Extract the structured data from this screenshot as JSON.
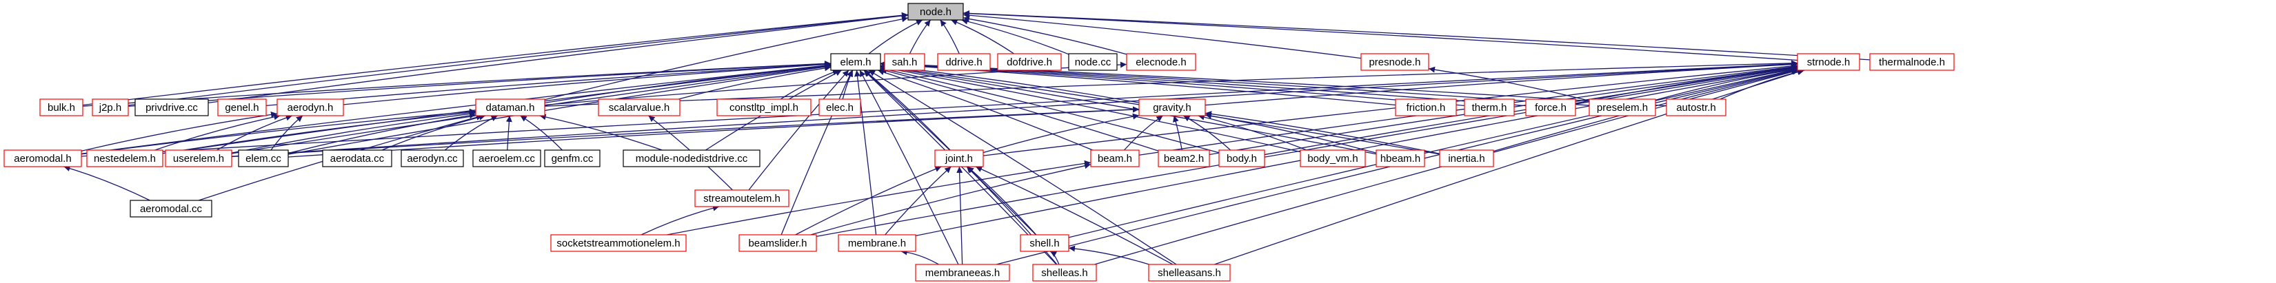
{
  "graph": {
    "colors": {
      "edge": "#191970",
      "border_documented": "#000000",
      "border_undocumented": "#ff0000",
      "root_fill": "#bfbfbf",
      "node_fill": "#ffffff"
    },
    "nodes": [
      {
        "id": "node_h",
        "label": "node.h",
        "style": "root"
      },
      {
        "id": "elem_h",
        "label": "elem.h",
        "style": "normal"
      },
      {
        "id": "sah_h",
        "label": "sah.h",
        "style": "red"
      },
      {
        "id": "ddrive_h",
        "label": "ddrive.h",
        "style": "red"
      },
      {
        "id": "dofdrive_h",
        "label": "dofdrive.h",
        "style": "red"
      },
      {
        "id": "node_cc",
        "label": "node.cc",
        "style": "normal"
      },
      {
        "id": "elecnode_h",
        "label": "elecnode.h",
        "style": "red"
      },
      {
        "id": "presnode_h",
        "label": "presnode.h",
        "style": "red"
      },
      {
        "id": "strnode_h",
        "label": "strnode.h",
        "style": "red"
      },
      {
        "id": "thermalnode_h",
        "label": "thermalnode.h",
        "style": "red"
      },
      {
        "id": "bulk_h",
        "label": "bulk.h",
        "style": "red"
      },
      {
        "id": "j2p_h",
        "label": "j2p.h",
        "style": "red"
      },
      {
        "id": "privdrive_cc",
        "label": "privdrive.cc",
        "style": "normal"
      },
      {
        "id": "genel_h",
        "label": "genel.h",
        "style": "red"
      },
      {
        "id": "aerodyn_h",
        "label": "aerodyn.h",
        "style": "red"
      },
      {
        "id": "dataman_h",
        "label": "dataman.h",
        "style": "red"
      },
      {
        "id": "scalarvalue_h",
        "label": "scalarvalue.h",
        "style": "red"
      },
      {
        "id": "constltp_impl_h",
        "label": "constltp_impl.h",
        "style": "red"
      },
      {
        "id": "elec_h",
        "label": "elec.h",
        "style": "red"
      },
      {
        "id": "gravity_h",
        "label": "gravity.h",
        "style": "red"
      },
      {
        "id": "friction_h",
        "label": "friction.h",
        "style": "red"
      },
      {
        "id": "therm_h",
        "label": "therm.h",
        "style": "red"
      },
      {
        "id": "force_h",
        "label": "force.h",
        "style": "red"
      },
      {
        "id": "preselem_h",
        "label": "preselem.h",
        "style": "red"
      },
      {
        "id": "autostr_h",
        "label": "autostr.h",
        "style": "red"
      },
      {
        "id": "aeromodal_h",
        "label": "aeromodal.h",
        "style": "red"
      },
      {
        "id": "nestedelem_h",
        "label": "nestedelem.h",
        "style": "red"
      },
      {
        "id": "userelem_h",
        "label": "userelem.h",
        "style": "red"
      },
      {
        "id": "elem_cc",
        "label": "elem.cc",
        "style": "normal"
      },
      {
        "id": "aerodata_cc",
        "label": "aerodata.cc",
        "style": "normal"
      },
      {
        "id": "aerodyn_cc",
        "label": "aerodyn.cc",
        "style": "normal"
      },
      {
        "id": "aeroelem_cc",
        "label": "aeroelem.cc",
        "style": "normal"
      },
      {
        "id": "genfm_cc",
        "label": "genfm.cc",
        "style": "normal"
      },
      {
        "id": "module_nodedistdrive_cc",
        "label": "module-nodedistdrive.cc",
        "style": "normal"
      },
      {
        "id": "streamoutelem_h",
        "label": "streamoutelem.h",
        "style": "red"
      },
      {
        "id": "joint_h",
        "label": "joint.h",
        "style": "red"
      },
      {
        "id": "beam_h",
        "label": "beam.h",
        "style": "red"
      },
      {
        "id": "beam2_h",
        "label": "beam2.h",
        "style": "red"
      },
      {
        "id": "body_h",
        "label": "body.h",
        "style": "red"
      },
      {
        "id": "body_vm_h",
        "label": "body_vm.h",
        "style": "red"
      },
      {
        "id": "hbeam_h",
        "label": "hbeam.h",
        "style": "red"
      },
      {
        "id": "inertia_h",
        "label": "inertia.h",
        "style": "red"
      },
      {
        "id": "aeromodal_cc",
        "label": "aeromodal.cc",
        "style": "normal"
      },
      {
        "id": "socketstreammotionelem_h",
        "label": "socketstreammotionelem.h",
        "style": "red"
      },
      {
        "id": "beamslider_h",
        "label": "beamslider.h",
        "style": "red"
      },
      {
        "id": "membrane_h",
        "label": "membrane.h",
        "style": "red"
      },
      {
        "id": "shell_h",
        "label": "shell.h",
        "style": "red"
      },
      {
        "id": "membraneeas_h",
        "label": "membraneeas.h",
        "style": "red"
      },
      {
        "id": "shelleas_h",
        "label": "shelleas.h",
        "style": "red"
      },
      {
        "id": "shelleasans_h",
        "label": "shelleasans.h",
        "style": "red"
      }
    ],
    "edges": [
      [
        "elem_h",
        "node_h"
      ],
      [
        "sah_h",
        "node_h"
      ],
      [
        "ddrive_h",
        "node_h"
      ],
      [
        "dofdrive_h",
        "node_h"
      ],
      [
        "node_cc",
        "node_h"
      ],
      [
        "elecnode_h",
        "node_h"
      ],
      [
        "presnode_h",
        "node_h"
      ],
      [
        "strnode_h",
        "node_h"
      ],
      [
        "thermalnode_h",
        "node_h"
      ],
      [
        "bulk_h",
        "node_h"
      ],
      [
        "j2p_h",
        "node_h"
      ],
      [
        "privdrive_cc",
        "node_h"
      ],
      [
        "dataman_h",
        "node_h"
      ],
      [
        "bulk_h",
        "elem_h"
      ],
      [
        "j2p_h",
        "elem_h"
      ],
      [
        "genel_h",
        "elem_h"
      ],
      [
        "aerodyn_h",
        "elem_h"
      ],
      [
        "dataman_h",
        "elem_h"
      ],
      [
        "scalarvalue_h",
        "elem_h"
      ],
      [
        "constltp_impl_h",
        "elem_h"
      ],
      [
        "elec_h",
        "elem_h"
      ],
      [
        "gravity_h",
        "elem_h"
      ],
      [
        "friction_h",
        "elem_h"
      ],
      [
        "therm_h",
        "elem_h"
      ],
      [
        "force_h",
        "elem_h"
      ],
      [
        "preselem_h",
        "elem_h"
      ],
      [
        "autostr_h",
        "elem_h"
      ],
      [
        "aeromodal_h",
        "elem_h"
      ],
      [
        "nestedelem_h",
        "elem_h"
      ],
      [
        "userelem_h",
        "elem_h"
      ],
      [
        "elem_cc",
        "elem_h"
      ],
      [
        "module_nodedistdrive_cc",
        "elem_h"
      ],
      [
        "joint_h",
        "elem_h"
      ],
      [
        "beam_h",
        "elem_h"
      ],
      [
        "beam2_h",
        "elem_h"
      ],
      [
        "body_h",
        "elem_h"
      ],
      [
        "body_vm_h",
        "elem_h"
      ],
      [
        "hbeam_h",
        "elem_h"
      ],
      [
        "inertia_h",
        "elem_h"
      ],
      [
        "streamoutelem_h",
        "elem_h"
      ],
      [
        "beamslider_h",
        "elem_h"
      ],
      [
        "shell_h",
        "elem_h"
      ],
      [
        "membrane_h",
        "elem_h"
      ],
      [
        "membraneeas_h",
        "elem_h"
      ],
      [
        "shelleas_h",
        "elem_h"
      ],
      [
        "shelleasans_h",
        "elem_h"
      ],
      [
        "dataman_h",
        "elecnode_h"
      ],
      [
        "preselem_h",
        "presnode_h"
      ],
      [
        "force_h",
        "strnode_h"
      ],
      [
        "preselem_h",
        "strnode_h"
      ],
      [
        "autostr_h",
        "strnode_h"
      ],
      [
        "dataman_h",
        "strnode_h"
      ],
      [
        "gravity_h",
        "strnode_h"
      ],
      [
        "beam_h",
        "strnode_h"
      ],
      [
        "beam2_h",
        "strnode_h"
      ],
      [
        "body_h",
        "strnode_h"
      ],
      [
        "inertia_h",
        "strnode_h"
      ],
      [
        "joint_h",
        "strnode_h"
      ],
      [
        "aeromodal_h",
        "strnode_h"
      ],
      [
        "userelem_h",
        "strnode_h"
      ],
      [
        "beamslider_h",
        "strnode_h"
      ],
      [
        "shell_h",
        "strnode_h"
      ],
      [
        "membrane_h",
        "strnode_h"
      ],
      [
        "membraneeas_h",
        "strnode_h"
      ],
      [
        "shelleas_h",
        "strnode_h"
      ],
      [
        "shelleasans_h",
        "strnode_h"
      ],
      [
        "aeromodal_h",
        "aerodyn_h"
      ],
      [
        "userelem_h",
        "aerodyn_h"
      ],
      [
        "elem_cc",
        "aerodyn_h"
      ],
      [
        "nestedelem_h",
        "aerodyn_h"
      ],
      [
        "aeromodal_h",
        "dataman_h"
      ],
      [
        "nestedelem_h",
        "dataman_h"
      ],
      [
        "userelem_h",
        "dataman_h"
      ],
      [
        "elem_cc",
        "dataman_h"
      ],
      [
        "aerodata_cc",
        "dataman_h"
      ],
      [
        "aerodyn_cc",
        "dataman_h"
      ],
      [
        "aeroelem_cc",
        "dataman_h"
      ],
      [
        "genfm_cc",
        "dataman_h"
      ],
      [
        "module_nodedistdrive_cc",
        "dataman_h"
      ],
      [
        "aeromodal_cc",
        "dataman_h"
      ],
      [
        "streamoutelem_h",
        "scalarvalue_h"
      ],
      [
        "socketstreammotionelem_h",
        "streamoutelem_h"
      ],
      [
        "joint_h",
        "gravity_h"
      ],
      [
        "beam_h",
        "gravity_h"
      ],
      [
        "beam2_h",
        "gravity_h"
      ],
      [
        "body_h",
        "gravity_h"
      ],
      [
        "body_vm_h",
        "gravity_h"
      ],
      [
        "hbeam_h",
        "gravity_h"
      ],
      [
        "inertia_h",
        "gravity_h"
      ],
      [
        "elem_cc",
        "gravity_h"
      ],
      [
        "userelem_h",
        "gravity_h"
      ],
      [
        "beamslider_h",
        "beam_h"
      ],
      [
        "socketstreammotionelem_h",
        "beam_h"
      ],
      [
        "beamslider_h",
        "joint_h"
      ],
      [
        "membrane_h",
        "joint_h"
      ],
      [
        "shell_h",
        "joint_h"
      ],
      [
        "membraneeas_h",
        "joint_h"
      ],
      [
        "shelleas_h",
        "joint_h"
      ],
      [
        "shelleasans_h",
        "joint_h"
      ],
      [
        "membraneeas_h",
        "membrane_h"
      ],
      [
        "shelleas_h",
        "shell_h"
      ],
      [
        "shelleasans_h",
        "shell_h"
      ],
      [
        "aeromodal_cc",
        "aeromodal_h"
      ]
    ]
  }
}
